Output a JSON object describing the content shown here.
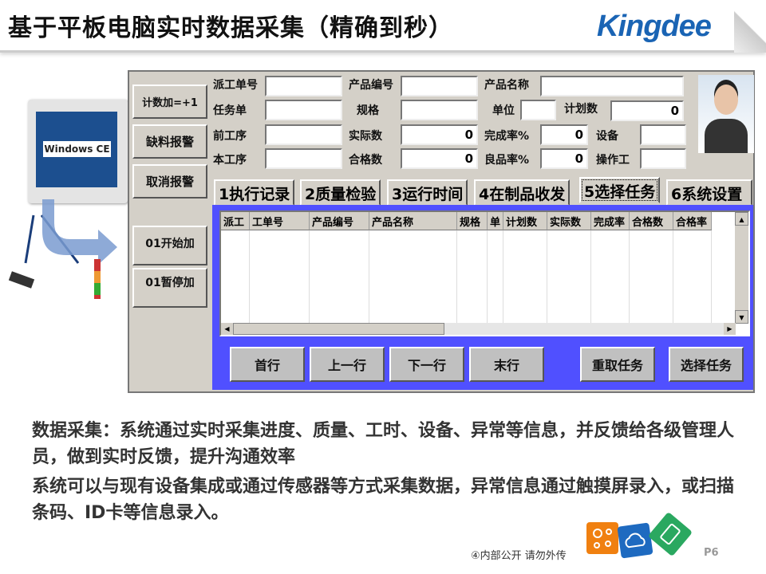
{
  "slide": {
    "title": "基于平板电脑实时数据采集（精确到秒）",
    "logo": "Kingdee",
    "footer": "④内部公开 请勿外传",
    "page": "P6"
  },
  "illustration": {
    "tablet_text": "Windows CE"
  },
  "app": {
    "left_buttons": [
      "计数加=+1",
      "缺料报警",
      "取消报警",
      "01开始加",
      "01暂停加"
    ],
    "fields": [
      {
        "label": "派工单号",
        "value": ""
      },
      {
        "label": "产品编号",
        "value": ""
      },
      {
        "label": "产品名称",
        "value": ""
      },
      {
        "label": "任务单",
        "value": ""
      },
      {
        "label": "规格",
        "value": ""
      },
      {
        "label": "单位",
        "value": ""
      },
      {
        "label": "计划数",
        "value": "0"
      },
      {
        "label": "前工序",
        "value": ""
      },
      {
        "label": "实际数",
        "value": "0"
      },
      {
        "label": "完成率%",
        "value": "0"
      },
      {
        "label": "设备",
        "value": ""
      },
      {
        "label": "本工序",
        "value": ""
      },
      {
        "label": "合格数",
        "value": "0"
      },
      {
        "label": "良品率%",
        "value": "0"
      },
      {
        "label": "操作工",
        "value": ""
      }
    ],
    "tabs": [
      "1执行记录",
      "2质量检验",
      "3运行时间",
      "4在制品收发",
      "5选择任务",
      "6系统设置"
    ],
    "active_tab": "5选择任务",
    "columns": [
      "派工",
      "工单号",
      "产品编号",
      "产品名称",
      "规格",
      "单",
      "计划数",
      "实际数",
      "完成率",
      "合格数",
      "合格率"
    ],
    "nav_buttons": [
      "首行",
      "上一行",
      "下一行",
      "末行",
      "重取任务",
      "选择任务"
    ],
    "panel_color": "#5050ff"
  },
  "body_text": [
    "数据采集：系统通过实时采集进度、质量、工时、设备、异常等信息，并反馈给各级管理人员，做到实时反馈，提升沟通效率",
    "系统可以与现有设备集成或通过传感器等方式采集数据，异常信息通过触摸屏录入，或扫描条码、ID卡等信息录入。"
  ]
}
